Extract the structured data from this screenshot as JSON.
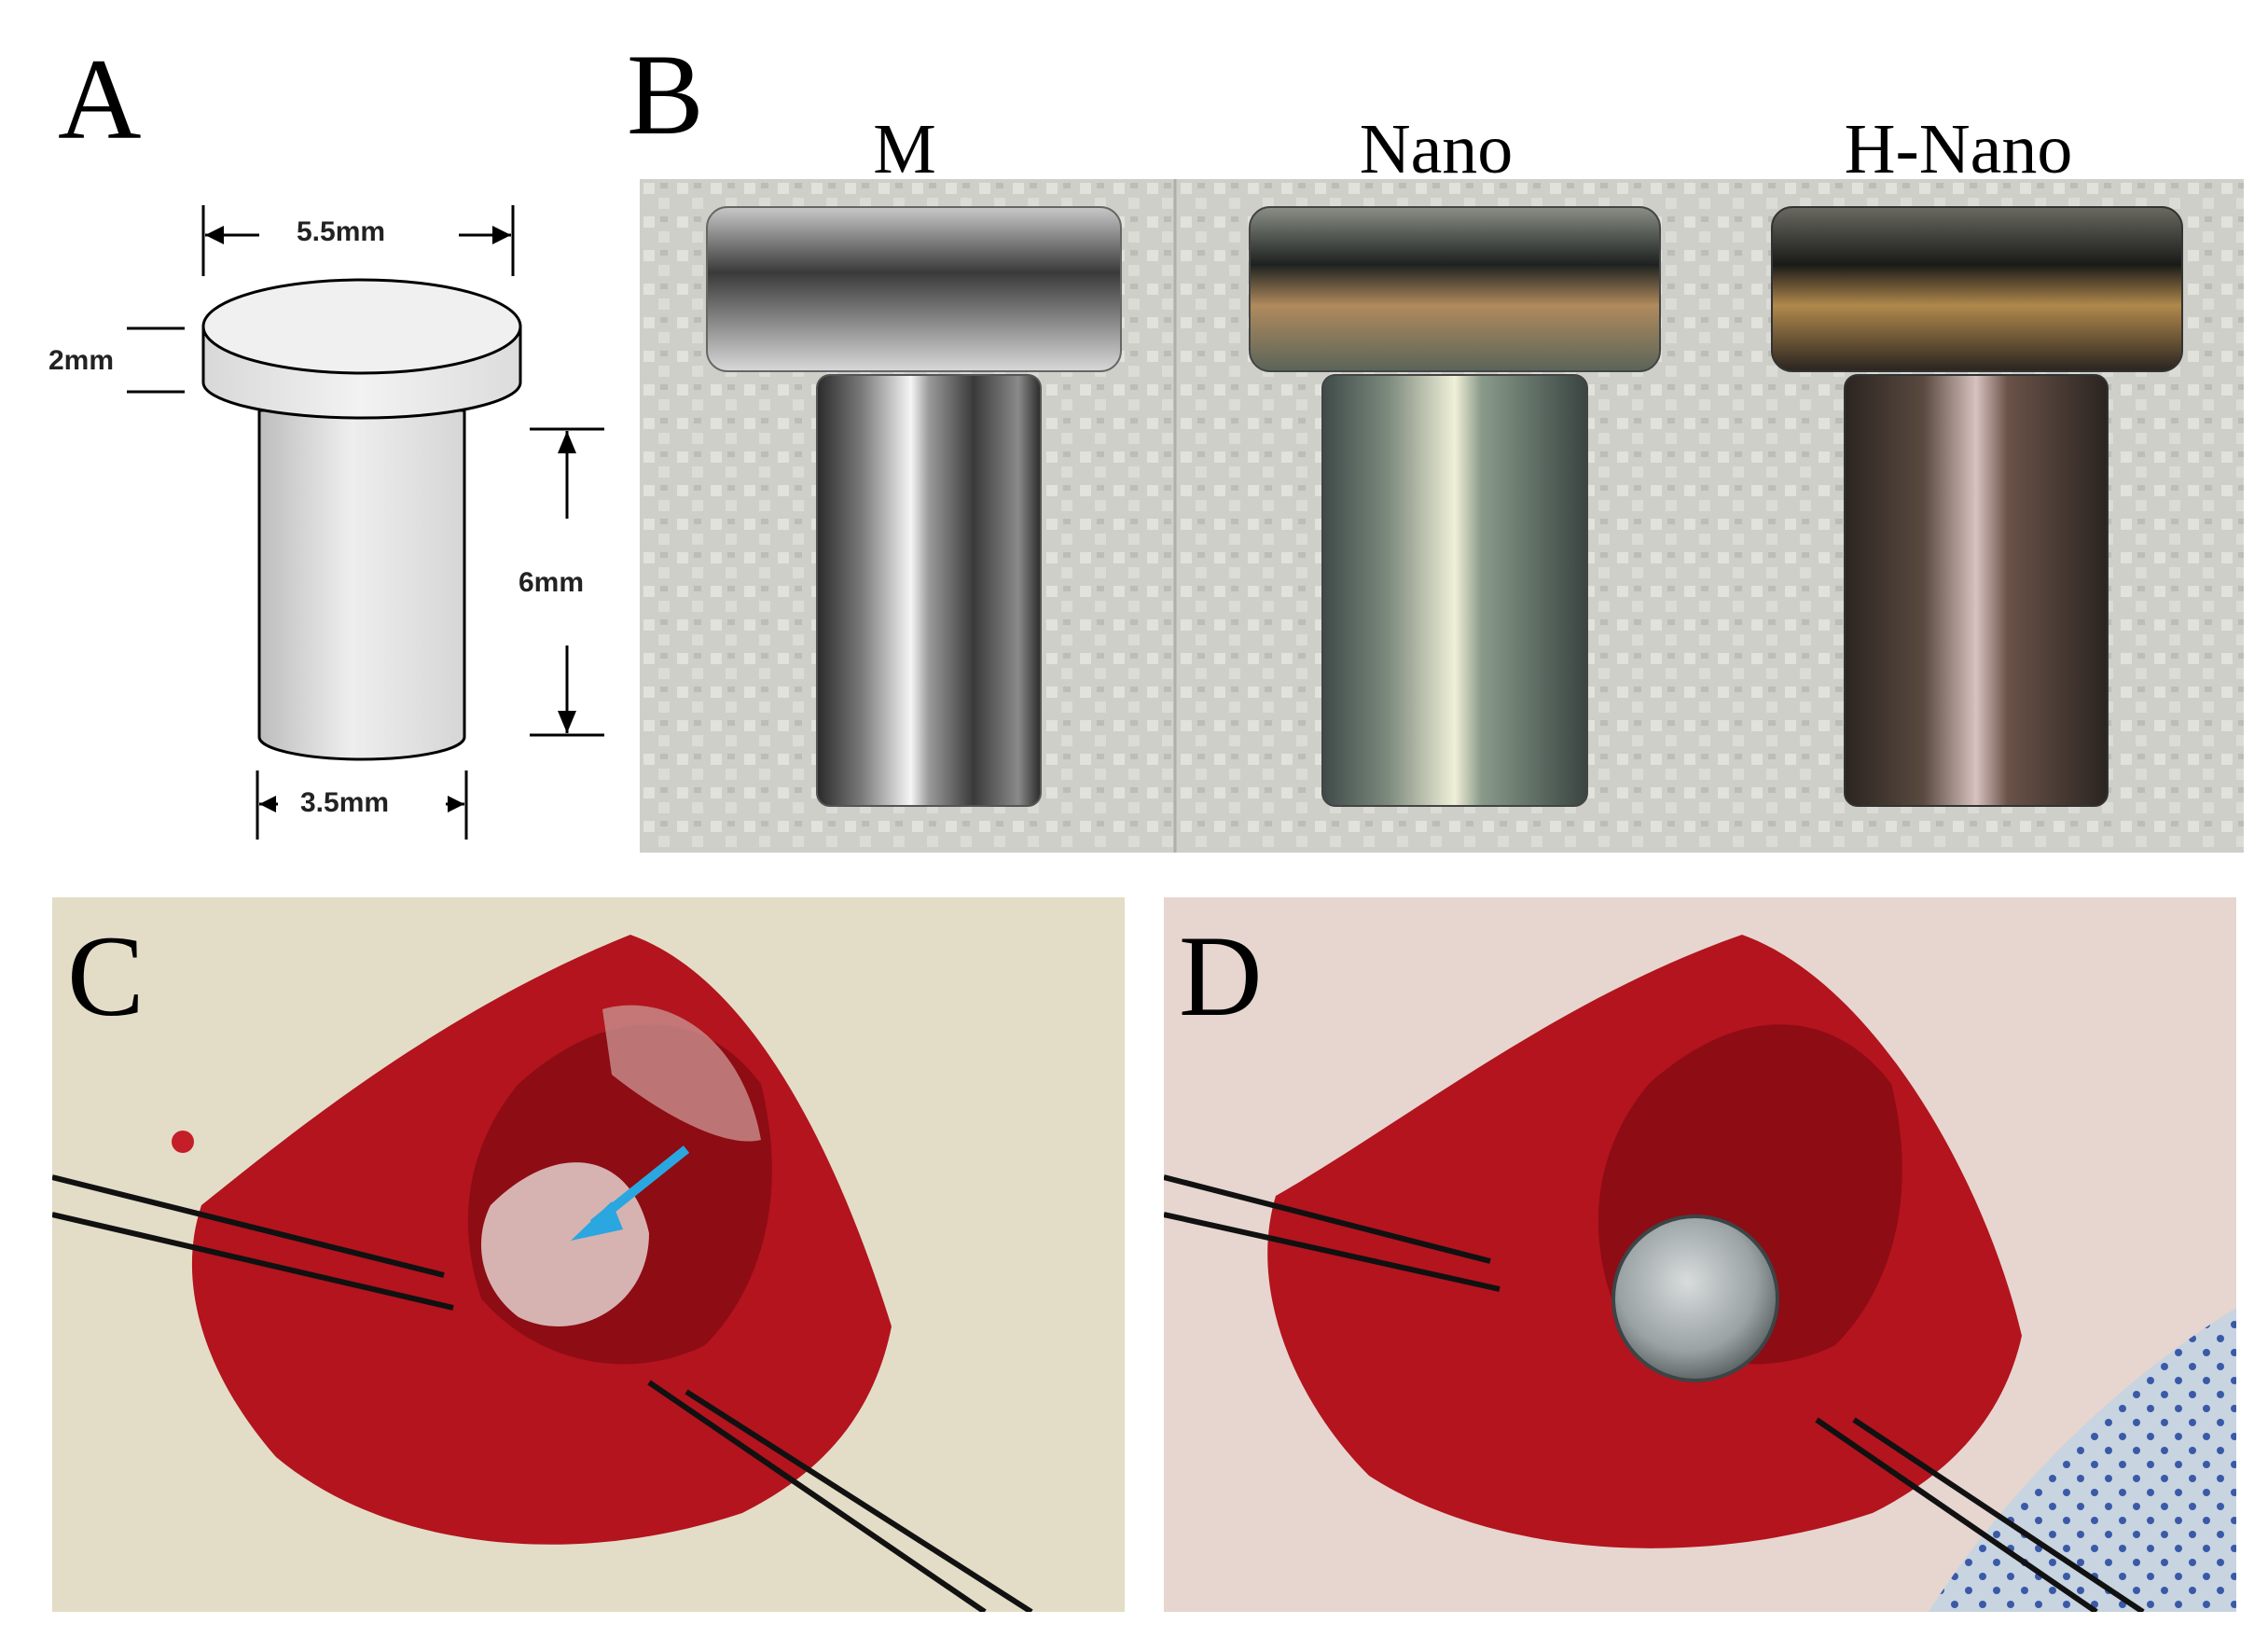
{
  "panels": {
    "a": {
      "letter": "A"
    },
    "b": {
      "letter": "B"
    },
    "c": {
      "letter": "C"
    },
    "d": {
      "letter": "D"
    }
  },
  "diagram": {
    "head_diameter": "5.5mm",
    "head_height": "2mm",
    "shaft_length": "6mm",
    "shaft_diameter": "3.5mm"
  },
  "samples": [
    "M",
    "Nano",
    "H-Nano"
  ],
  "colors": {
    "blood_red": "#b3141e",
    "fur": "#e8e2cf",
    "arrow": "#2aa6e0",
    "backdrop": "#c8c8c3"
  }
}
